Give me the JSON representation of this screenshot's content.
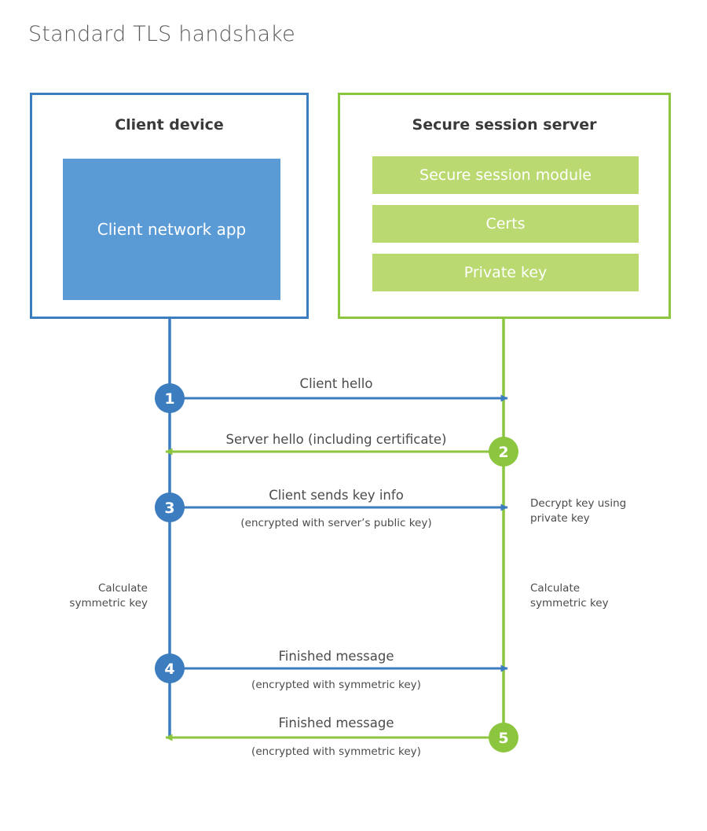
{
  "title": "Standard TLS handshake",
  "colors": {
    "client_border": "#3c7dc0",
    "client_fill": "#5b9bd5",
    "server_border": "#8cc63e",
    "server_fill": "#bada71",
    "text": "#4b4b4d",
    "title_text": "#58595b"
  },
  "participants": {
    "client": {
      "title": "Client device",
      "block_label": "Client network app"
    },
    "server": {
      "title": "Secure session server",
      "modules": [
        "Secure session module",
        "Certs",
        "Private key"
      ]
    }
  },
  "steps": [
    {
      "number": "1",
      "direction": "client-to-server",
      "color": "#3c7dc0",
      "label": "Client hello",
      "sublabel": ""
    },
    {
      "number": "2",
      "direction": "server-to-client",
      "color": "#8cc63e",
      "label": "Server hello (including certificate)",
      "sublabel": ""
    },
    {
      "number": "3",
      "direction": "client-to-server",
      "color": "#3c7dc0",
      "label": "Client sends key info",
      "sublabel": "(encrypted with server’s public key)"
    },
    {
      "number": "4",
      "direction": "client-to-server",
      "color": "#3c7dc0",
      "label": "Finished message",
      "sublabel": "(encrypted with symmetric key)"
    },
    {
      "number": "5",
      "direction": "server-to-client",
      "color": "#8cc63e",
      "label": "Finished message",
      "sublabel": "(encrypted with symmetric key)"
    }
  ],
  "annotations": {
    "server_decrypt_line1": "Decrypt key using",
    "server_decrypt_line2": "private key",
    "client_calc_line1": "Calculate",
    "client_calc_line2": "symmetric key",
    "server_calc_line1": "Calculate",
    "server_calc_line2": "symmetric key"
  }
}
